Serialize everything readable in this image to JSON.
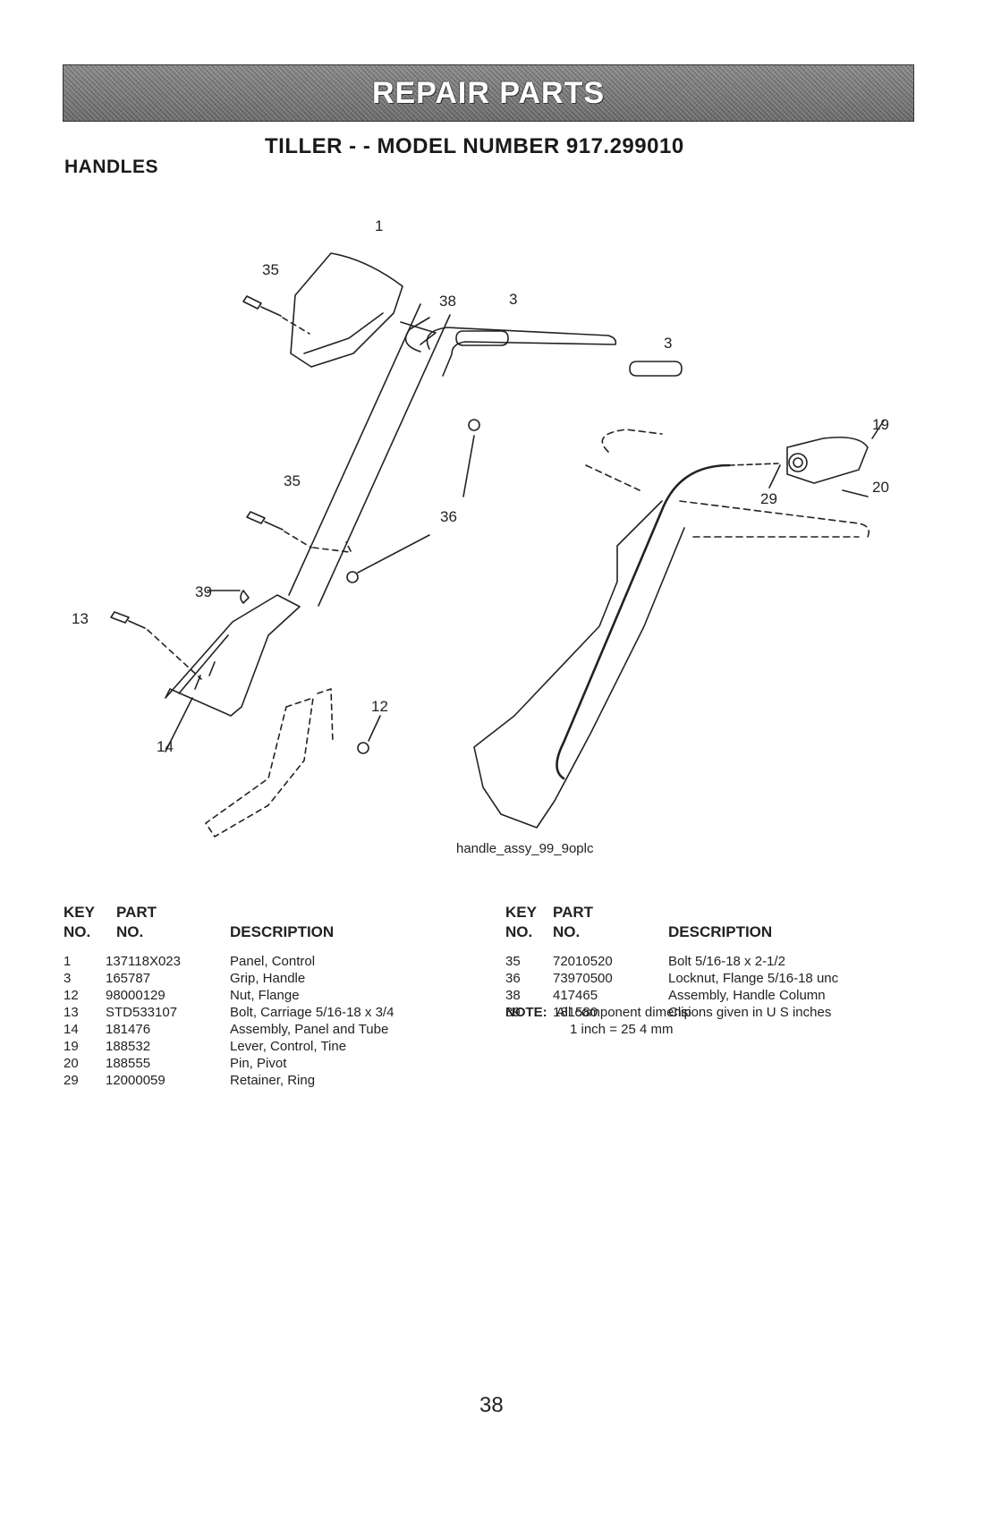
{
  "header": {
    "banner": "REPAIR PARTS",
    "model_title": "TILLER - - MODEL NUMBER 917.299010",
    "section_title": "HANDLES"
  },
  "diagram": {
    "caption": "handle_assy_99_9oplc",
    "callouts": {
      "c1": "1",
      "c35a": "35",
      "c38": "38",
      "c3a": "3",
      "c3b": "3",
      "c19": "19",
      "c35b": "35",
      "c36": "36",
      "c29": "29",
      "c20": "20",
      "c39": "39",
      "c13": "13",
      "c12": "12",
      "c14": "14"
    }
  },
  "table_headers": {
    "key_line1": "KEY",
    "key_line2": "NO.",
    "part_line1": "PART",
    "part_line2": "NO.",
    "description": "DESCRIPTION"
  },
  "parts_left": [
    {
      "key": "1",
      "part": "137118X023",
      "desc": "Panel, Control"
    },
    {
      "key": "3",
      "part": "165787",
      "desc": "Grip, Handle"
    },
    {
      "key": "12",
      "part": "98000129",
      "desc": "Nut, Flange"
    },
    {
      "key": "13",
      "part": "STD533107",
      "desc": "Bolt, Carriage  5/16-18 x 3/4"
    },
    {
      "key": "14",
      "part": "181476",
      "desc": "Assembly, Panel and Tube"
    },
    {
      "key": "19",
      "part": "188532",
      "desc": "Lever, Control, Tine"
    },
    {
      "key": "20",
      "part": "188555",
      "desc": "Pin, Pivot"
    },
    {
      "key": "29",
      "part": "12000059",
      "desc": "Retainer, Ring"
    }
  ],
  "parts_right": [
    {
      "key": "35",
      "part": "72010520",
      "desc": "Bolt 5/16-18 x 2-1/2"
    },
    {
      "key": "36",
      "part": "73970500",
      "desc": "Locknut, Flange  5/16-18 unc"
    },
    {
      "key": "38",
      "part": "417465",
      "desc": "Assembly, Handle Column"
    },
    {
      "key": "39",
      "part": "181580",
      "desc": "Clip"
    }
  ],
  "note": {
    "label": "NOTE:",
    "line1": "All component dimensions given in U S inches",
    "line2": "1 inch = 25 4 mm"
  },
  "page_number": "38"
}
